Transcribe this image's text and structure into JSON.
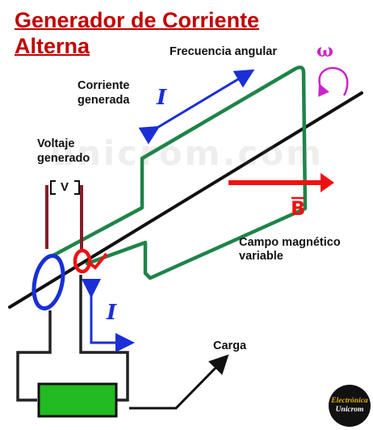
{
  "title_line1": "Generador de Corriente",
  "title_line2": "Alterna",
  "labels": {
    "frecuencia_angular": "Frecuencia angular",
    "omega": "ω",
    "corriente_line1": "Corriente",
    "corriente_line2": "generada",
    "current_symbol": "I",
    "voltaje_line1": "Voltaje",
    "voltaje_line2": "generado",
    "voltmeter": "V",
    "field_symbol": "B",
    "campo_line1": "Campo magnético",
    "campo_line2": "variable",
    "carga": "Carga"
  },
  "watermark": "unicrom.com",
  "logo": {
    "line1": "Electrónica",
    "line2": "Unicrom"
  },
  "colors": {
    "title": "#c00000",
    "coil": "#1e8449",
    "axis": "#111111",
    "current_arrow": "#1a2fd6",
    "field_arrow": "#ee1111",
    "rotation": "#cc22cc",
    "ring_blue": "#1a2fd6",
    "ring_red": "#ee1111",
    "voltmeter_leads": "#8b1a2a",
    "load": "#22bb22"
  }
}
